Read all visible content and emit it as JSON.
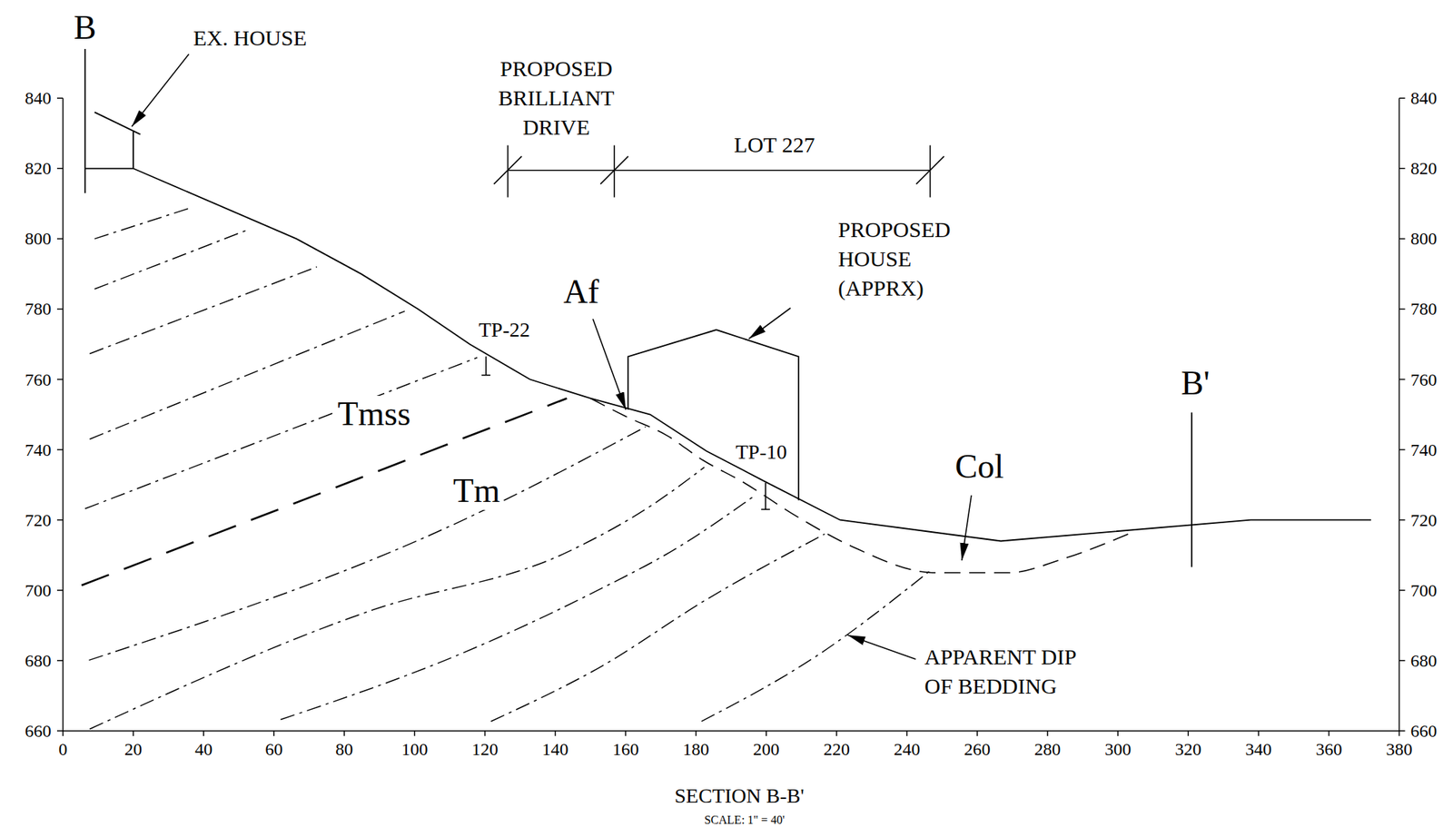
{
  "diagram": {
    "labels": [
      "B",
      "EX. HOUSE",
      "PROPOSED BRILLIANT DRIVE",
      "LOT 227",
      "PROPOSED HOUSE (APPRX)",
      "Af",
      "TP-22",
      "Tmss",
      "Tm",
      "TP-10",
      "Col",
      "B'",
      "APPARENT DIP OF BEDDING",
      "SECTION B-B'",
      "SCALE: 1\" = 40'",
      "840",
      "820",
      "800",
      "780",
      "760",
      "740",
      "720",
      "700",
      "680",
      "660",
      "840",
      "820",
      "800",
      "780",
      "760",
      "740",
      "720",
      "700",
      "680",
      "660",
      "0",
      "20",
      "40",
      "60",
      "80",
      "100",
      "120",
      "140",
      "160",
      "180",
      "200",
      "220",
      "240",
      "260",
      "280",
      "300",
      "320",
      "340",
      "360",
      "380"
    ]
  }
}
